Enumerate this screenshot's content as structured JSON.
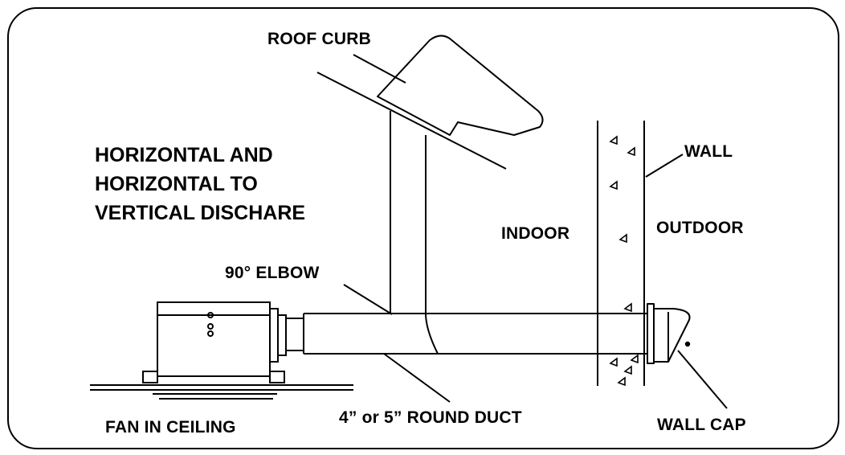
{
  "diagram": {
    "title_lines": [
      "HORIZONTAL AND",
      "HORIZONTAL TO",
      "VERTICAL DISCHARE"
    ],
    "labels": {
      "roof_curb": "ROOF CURB",
      "wall": "WALL",
      "indoor": "INDOOR",
      "outdoor": "OUTDOOR",
      "elbow": "90° ELBOW",
      "fan_in_ceiling": "FAN IN CEILING",
      "round_duct": "4” or 5” ROUND DUCT",
      "wall_cap": "WALL CAP"
    }
  }
}
